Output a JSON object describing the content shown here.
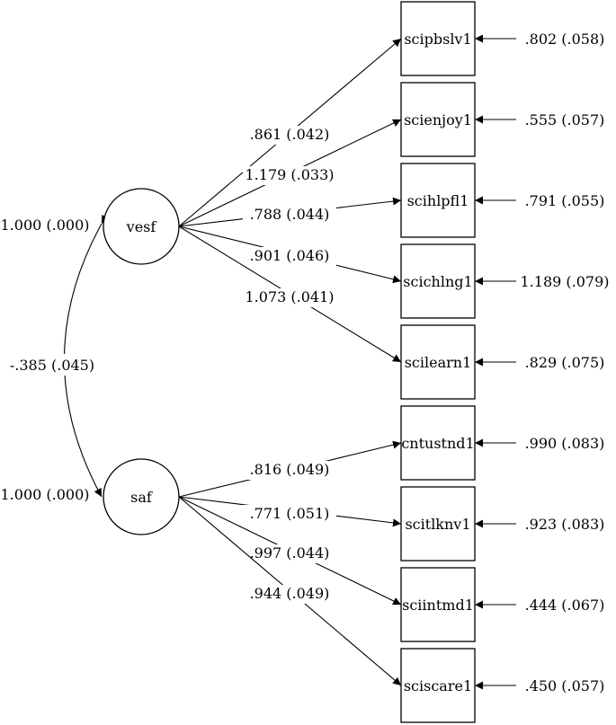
{
  "latents": [
    {
      "id": "vesf",
      "label": "vesf",
      "variance": "1.000 (.000)"
    },
    {
      "id": "saf",
      "label": "saf",
      "variance": "1.000 (.000)"
    }
  ],
  "covariance": {
    "label": "-.385 (.045)"
  },
  "indicators": [
    {
      "label": "scipbslv1",
      "factor": "vesf",
      "loading": ".861 (.042)",
      "residual": ".802 (.058)"
    },
    {
      "label": "scienjoy1",
      "factor": "vesf",
      "loading": "1.179 (.033)",
      "residual": ".555 (.057)"
    },
    {
      "label": "scihlpfl1",
      "factor": "vesf",
      "loading": ".788 (.044)",
      "residual": ".791 (.055)"
    },
    {
      "label": "scichlng1",
      "factor": "vesf",
      "loading": ".901 (.046)",
      "residual": "1.189 (.079)"
    },
    {
      "label": "scilearn1",
      "factor": "vesf",
      "loading": "1.073 (.041)",
      "residual": ".829 (.075)"
    },
    {
      "label": "cntustnd1",
      "factor": "saf",
      "loading": ".816 (.049)",
      "residual": ".990 (.083)"
    },
    {
      "label": "scitlknv1",
      "factor": "saf",
      "loading": ".771 (.051)",
      "residual": ".923 (.083)"
    },
    {
      "label": "sciintmd1",
      "factor": "saf",
      "loading": ".997 (.044)",
      "residual": ".444 (.067)"
    },
    {
      "label": "sciscare1",
      "factor": "saf",
      "loading": ".944 (.049)",
      "residual": ".450 (.057)"
    }
  ]
}
